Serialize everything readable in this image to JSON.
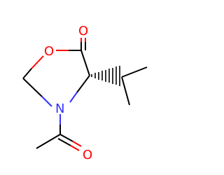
{
  "molecule": {
    "atoms": {
      "ring_oxygen": "O",
      "carbonyl_oxygen_ring": "O",
      "ring_nitrogen": "N",
      "acetyl_oxygen": "O"
    },
    "colors": {
      "oxygen": "#ff0000",
      "nitrogen": "#3333ff",
      "bond": "#000000"
    }
  }
}
